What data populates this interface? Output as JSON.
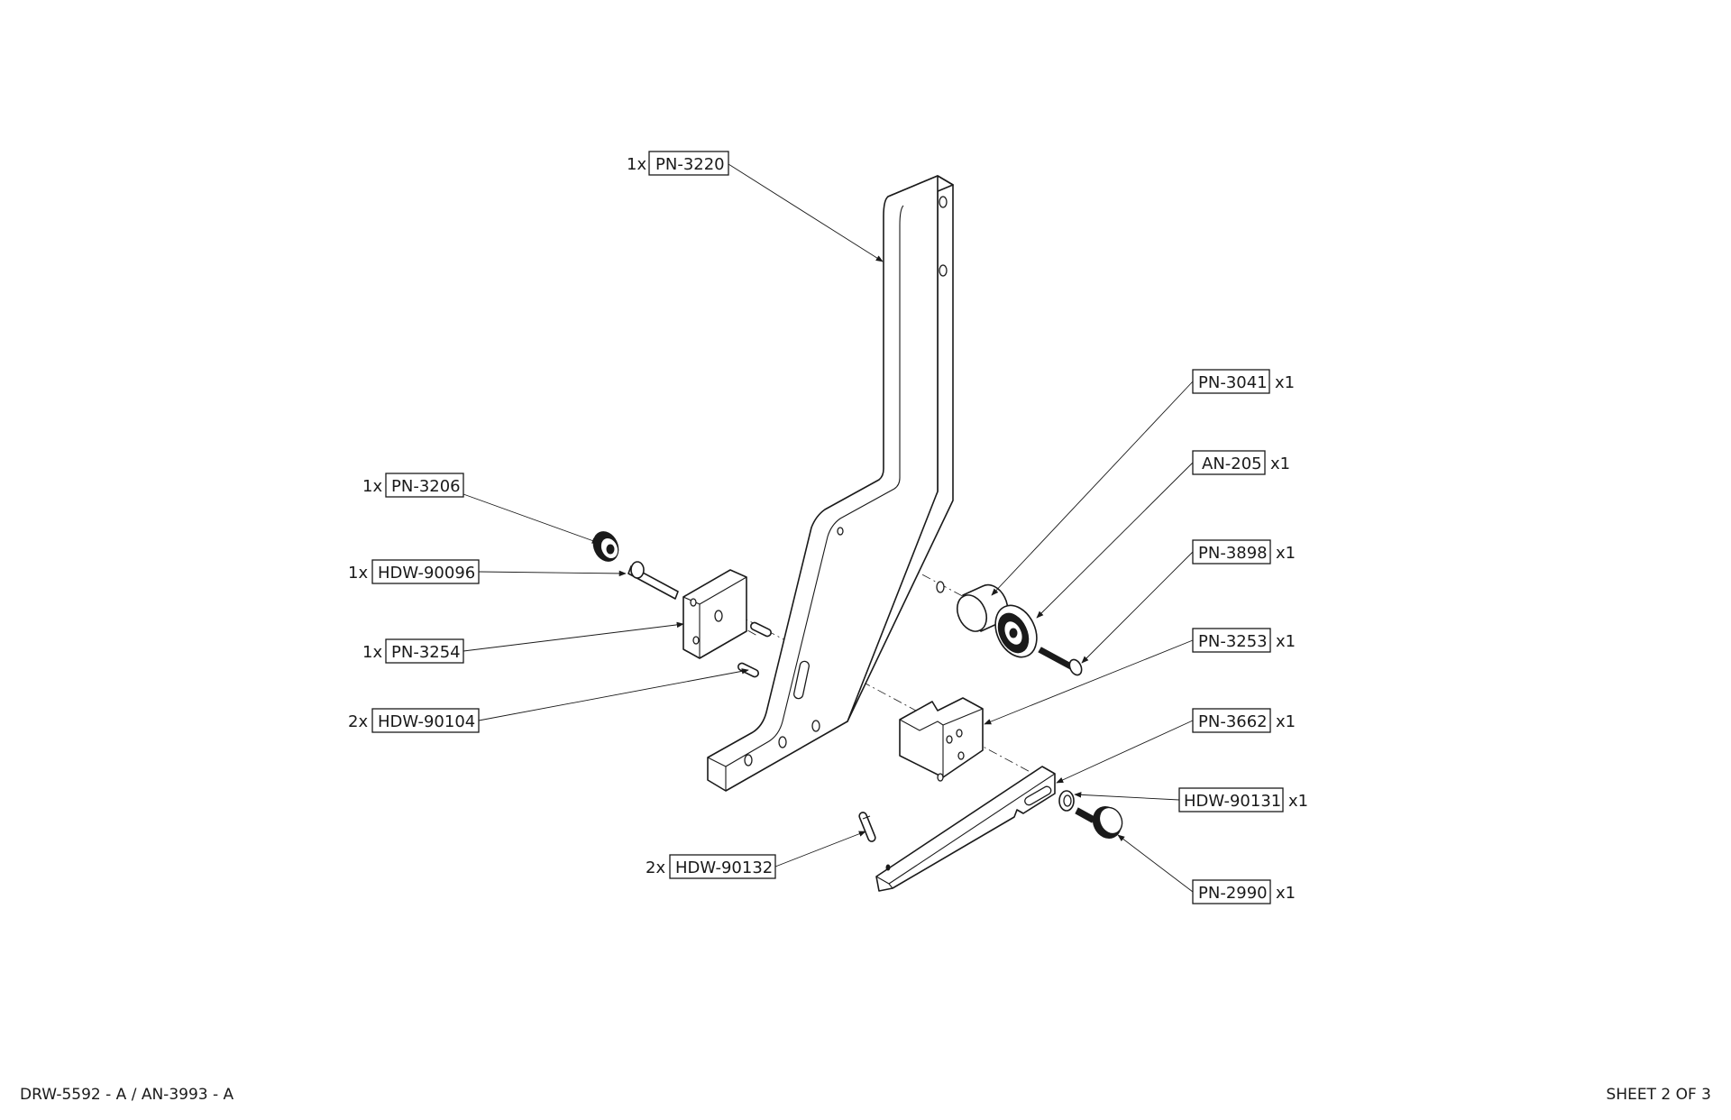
{
  "footer": {
    "drawing_ref": "DRW-5592 - A / AN-3993 - A",
    "sheet": "SHEET 2 OF 3"
  },
  "callouts": [
    {
      "id": "pn3220",
      "qty": "1x",
      "part": "PN-3220"
    },
    {
      "id": "pn3041",
      "qty": "x1",
      "part": "PN-3041"
    },
    {
      "id": "an205",
      "qty": "x1",
      "part": "AN-205"
    },
    {
      "id": "pn3206",
      "qty": "1x",
      "part": "PN-3206"
    },
    {
      "id": "pn3898",
      "qty": "x1",
      "part": "PN-3898"
    },
    {
      "id": "hdw90096",
      "qty": "1x",
      "part": "HDW-90096"
    },
    {
      "id": "pn3253",
      "qty": "x1",
      "part": "PN-3253"
    },
    {
      "id": "pn3254",
      "qty": "1x",
      "part": "PN-3254"
    },
    {
      "id": "hdw90104",
      "qty": "2x",
      "part": "HDW-90104"
    },
    {
      "id": "pn3662",
      "qty": "x1",
      "part": "PN-3662"
    },
    {
      "id": "hdw90131",
      "qty": "x1",
      "part": "HDW-90131"
    },
    {
      "id": "hdw90132",
      "qty": "2x",
      "part": "HDW-90132"
    },
    {
      "id": "pn2990",
      "qty": "x1",
      "part": "PN-2990"
    }
  ]
}
